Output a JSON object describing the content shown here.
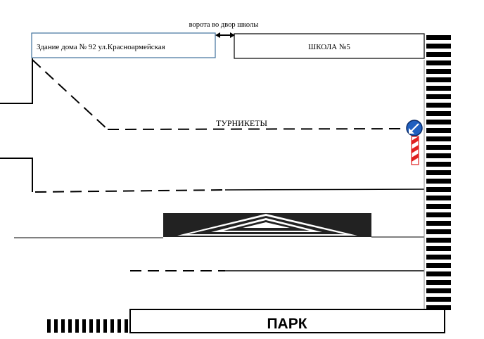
{
  "labels": {
    "gate": "ворота во двор школы",
    "house": "Здание дома № 92 ул.Красноармейская",
    "school": "ШКОЛА №5",
    "turnstiles": "ТУРНИКЕТЫ",
    "park": "ПАРК"
  },
  "colors": {
    "house_border": "#41719c",
    "road_line": "#000000",
    "sign_blue": "#1f5fbf",
    "barrier_red": "#e02020"
  },
  "icons": {
    "sign": "keep-left-sign-icon",
    "barrier": "road-barrier-icon",
    "gate_arrow": "double-arrow-icon"
  }
}
